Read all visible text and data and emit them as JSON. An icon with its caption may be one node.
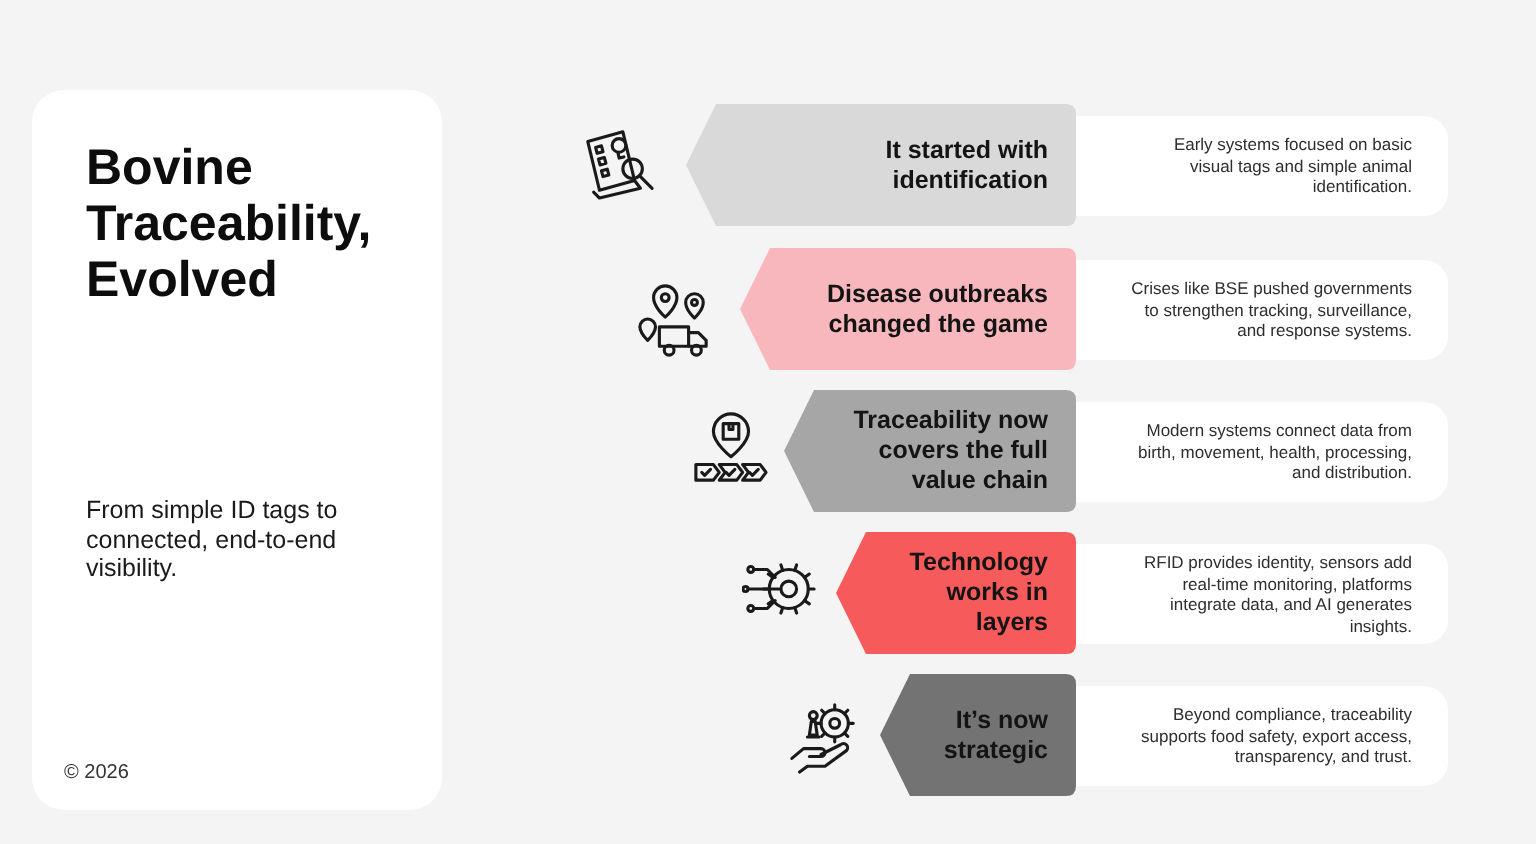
{
  "diagram": {
    "nodes": [
      {
        "text": [
          "Bovine Traceability, Evolved",
          "From simple ID tags to connected, end-to-end visibility.",
          "© 2026"
        ]
      },
      {
        "text": [
          "It started with identification"
        ]
      },
      {
        "text": [
          "Early systems focused on basic visual tags and simple animal identification."
        ]
      },
      {
        "text": [
          "Disease outbreaks changed the game"
        ]
      },
      {
        "text": [
          "Crises like BSE pushed governments to strengthen tracking, surveillance, and response systems."
        ]
      },
      {
        "text": [
          "Traceability now covers the full value chain"
        ]
      },
      {
        "text": [
          "Modern systems connect data from birth, movement, health, processing, and distribution."
        ]
      },
      {
        "text": [
          "Technology works in layers"
        ]
      },
      {
        "text": [
          "RFID provides identity, sensors add real-time monitoring, platforms integrate data, and AI generates insights."
        ]
      },
      {
        "text": [
          "It’s now strategic"
        ]
      },
      {
        "text": [
          "Beyond compliance, traceability supports food safety, export access, transparency, and trust."
        ]
      }
    ]
  }
}
